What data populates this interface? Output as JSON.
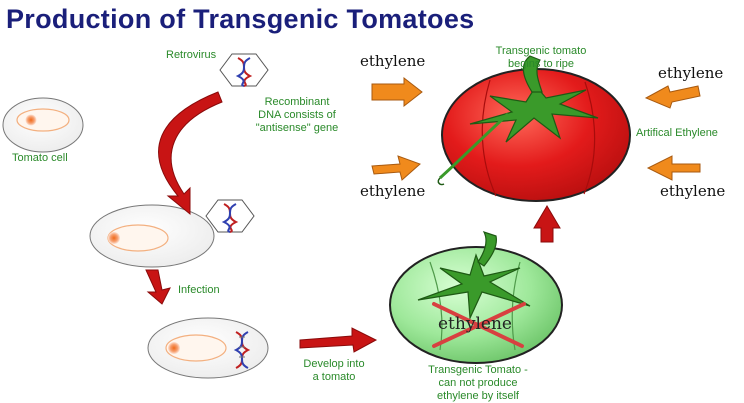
{
  "title": "Production of Transgenic Tomatoes",
  "labels": {
    "retrovirus": "Retrovirus",
    "recombinant_dna": [
      "Recombinant",
      "DNA consists of",
      "\"antisense\" gene"
    ],
    "tomato_cell": "Tomato cell",
    "infection": "Infection",
    "develop": [
      "Develop into",
      "a tomato"
    ],
    "transgenic_tomato": [
      "Transgenic Tomato -",
      "can not produce",
      "ethylene by itself"
    ],
    "ripe_tomato": [
      "Transgenic tomato",
      "begins to ripe"
    ],
    "artificial_ethylene": "Artifical Ethylene",
    "ethylene": "ethylene",
    "ethylene_crossed": "ethylene"
  },
  "colors": {
    "title": "#1a1f7a",
    "label_green": "#2a8a2a",
    "arrow_red": "#c81414",
    "arrow_orange": "#f08a1c",
    "tomato_red": "#e31b1b",
    "tomato_green": "#9ee89a",
    "stem_green": "#3a9a2a",
    "cross_red": "#d84040"
  }
}
